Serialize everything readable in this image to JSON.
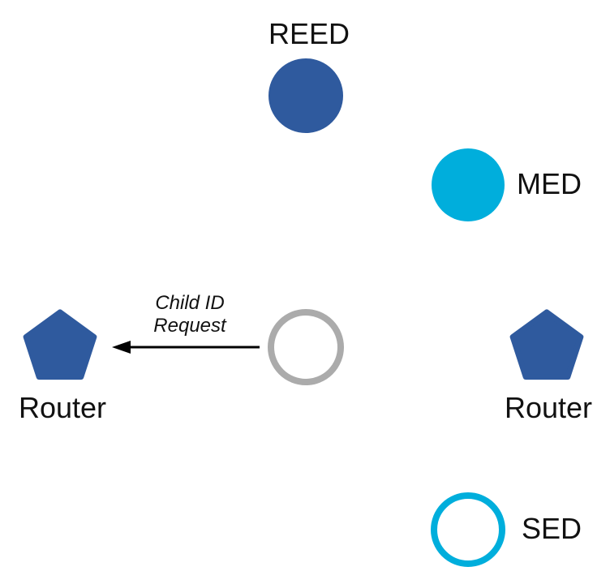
{
  "diagram": {
    "nodes": {
      "reed": {
        "label": "REED",
        "shape": "filled-circle",
        "color_key": "router_blue"
      },
      "med": {
        "label": "MED",
        "shape": "filled-circle",
        "color_key": "cyan"
      },
      "router_left": {
        "label": "Router",
        "shape": "pentagon",
        "color_key": "router_blue"
      },
      "router_right": {
        "label": "Router",
        "shape": "pentagon",
        "color_key": "router_blue"
      },
      "joining_device": {
        "shape": "outlined-circle",
        "color_key": "inactive_gray"
      },
      "sed": {
        "label": "SED",
        "shape": "outlined-circle",
        "color_key": "cyan"
      }
    },
    "arrow": {
      "label_line1": "Child ID",
      "label_line2": "Request",
      "direction": "left",
      "from": "joining_device",
      "to": "router_left"
    }
  },
  "colors": {
    "router_blue": "#2F5A9E",
    "cyan": "#00AEDC",
    "inactive_gray": "#ABABAB",
    "text": "#111111",
    "arrow": "#000000"
  }
}
